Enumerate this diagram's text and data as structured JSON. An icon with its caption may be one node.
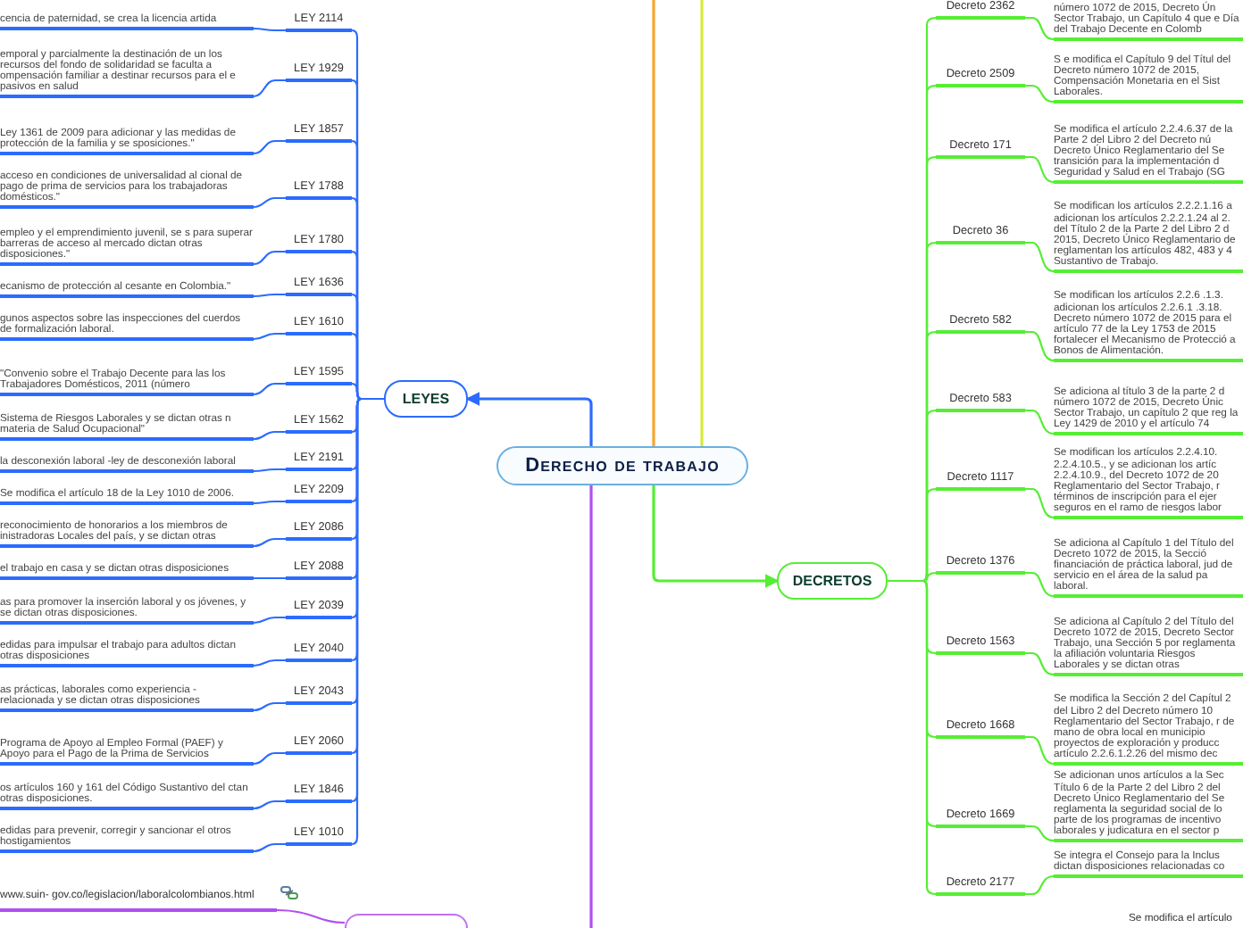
{
  "diagram": {
    "nodes": [
      {
        "text": [
          "Derecho de trabajo"
        ]
      },
      {
        "text": [
          "LEYES"
        ]
      },
      {
        "text": [
          "LEY 2114"
        ]
      },
      {
        "text": [
          "cencia de paternidad, se crea la licencia artida"
        ]
      },
      {
        "text": [
          "LEY 1929"
        ]
      },
      {
        "text": [
          "emporal y parcialmente la destinación de un los recursos del fondo de solidaridad se faculta a ompensación familiar a destinar recursos para el e pasivos en salud"
        ]
      },
      {
        "text": [
          "LEY 1857"
        ]
      },
      {
        "text": [
          "Ley 1361 de 2009 para adicionar y las medidas de protección de la familia y se sposiciones.\""
        ]
      },
      {
        "text": [
          "LEY 1788"
        ]
      },
      {
        "text": [
          "acceso en condiciones de universalidad al cional de pago de prima de servicios para los trabajadoras domésticos.\""
        ]
      },
      {
        "text": [
          "LEY 1780"
        ]
      },
      {
        "text": [
          "empleo y el emprendimiento juvenil, se s para superar barreras de acceso al mercado dictan otras disposiciones.\""
        ]
      },
      {
        "text": [
          "LEY 1636"
        ]
      },
      {
        "text": [
          "ecanismo de protección al cesante en Colombia.\""
        ]
      },
      {
        "text": [
          "LEY 1610"
        ]
      },
      {
        "text": [
          "gunos aspectos sobre las inspecciones del cuerdos de formalización laboral."
        ]
      },
      {
        "text": [
          "LEY 1595"
        ]
      },
      {
        "text": [
          "\"Convenio sobre el Trabajo Decente para las los Trabajadores Domésticos, 2011 (número"
        ]
      },
      {
        "text": [
          "LEY 1562"
        ]
      },
      {
        "text": [
          "Sistema de Riesgos Laborales y se dictan otras n materia de Salud Ocupacional\""
        ]
      },
      {
        "text": [
          "LEY 2191"
        ]
      },
      {
        "text": [
          "la desconexión laboral -ley de desconexión laboral"
        ]
      },
      {
        "text": [
          "LEY 2209"
        ]
      },
      {
        "text": [
          "Se modifica el artículo 18 de la Ley 1010 de 2006."
        ]
      },
      {
        "text": [
          "LEY 2086"
        ]
      },
      {
        "text": [
          "reconocimiento de honorarios a los miembros de inistradoras Locales del país, y se dictan otras"
        ]
      },
      {
        "text": [
          "LEY 2088"
        ]
      },
      {
        "text": [
          "el trabajo en casa y se dictan otras disposiciones"
        ]
      },
      {
        "text": [
          "LEY 2039"
        ]
      },
      {
        "text": [
          "as para promover la inserción laboral y os jóvenes, y se dictan otras disposiciones."
        ]
      },
      {
        "text": [
          "LEY 2040"
        ]
      },
      {
        "text": [
          "edidas para impulsar el trabajo para adultos dictan otras disposiciones"
        ]
      },
      {
        "text": [
          "LEY 2043"
        ]
      },
      {
        "text": [
          "as prácticas, laborales como experiencia - relacionada y se dictan otras disposiciones"
        ]
      },
      {
        "text": [
          "LEY 2060"
        ]
      },
      {
        "text": [
          "Programa de Apoyo al Empleo Formal (PAEF) y Apoyo para el Pago de la Prima de Servicios"
        ]
      },
      {
        "text": [
          "LEY 1846"
        ]
      },
      {
        "text": [
          "os artículos 160 y 161 del Código Sustantivo del ctan otras disposiciones."
        ]
      },
      {
        "text": [
          "LEY 1010"
        ]
      },
      {
        "text": [
          "edidas para prevenir, corregir y sancionar el otros hostigamientos"
        ]
      },
      {
        "text": [
          "www.suin- gov.co/legislacion/laboralcolombianos.html"
        ]
      },
      {
        "text": [],
        "shape": "box"
      },
      {
        "text": [
          "DECRETOS"
        ]
      },
      {
        "text": [
          "Decreto 2362"
        ]
      },
      {
        "text": [
          "número 1072 de 2015, Decreto Ún Sector Trabajo, un Capítulo 4 que e Día del Trabajo Decente en Colomb"
        ]
      },
      {
        "text": [
          "Decreto 2509"
        ]
      },
      {
        "text": [
          "S e modifica el Capítulo 9 del Títul del Decreto número 1072 de 2015, Compensación Monetaria en el Sist Laborales."
        ]
      },
      {
        "text": [
          "Decreto 171"
        ]
      },
      {
        "text": [
          "Se modifica el artículo 2.2.4.6.37 de la Parte 2 del Libro 2 del Decreto nú Decreto Único Reglamentario del Se transición para la implementación d Seguridad y Salud en el Trabajo (SG"
        ]
      },
      {
        "text": [
          "Decreto 36"
        ]
      },
      {
        "text": [
          "Se modifican los artículos 2.2.2.1.16 a adicionan los artículos 2.2.2.1.24 al 2. del Título 2 de la Parte 2 del Libro 2 d 2015, Decreto Único Reglamentario de reglamentan los artículos 482, 483 y 4 Sustantivo de Trabajo."
        ]
      },
      {
        "text": [
          "Decreto 582"
        ]
      },
      {
        "text": [
          "Se modifican los artículos 2.2.6 .1.3. adicionan los artículos 2.2.6.1 .3.18. Decreto número 1072 de 2015 para el artículo 77 de la Ley 1753 de 2015 fortalecer el Mecanismo de Protecció a Bonos de Alimentación."
        ]
      },
      {
        "text": [
          "Decreto 583"
        ]
      },
      {
        "text": [
          "Se adiciona al título 3 de la parte 2 d número 1072 de 2015, Decreto Únic Sector Trabajo, un capítulo 2 que reg la Ley 1429 de 2010 y el artículo 74"
        ]
      },
      {
        "text": [
          "Decreto 1117"
        ]
      },
      {
        "text": [
          "Se modifican los artículos 2.2.4.10. 2.2.4.10.5., y se adicionan los artíc 2.2.4.10.9., del Decreto 1072 de 20 Reglamentario del Sector Trabajo, r términos de inscripción para el ejer seguros en el ramo de riesgos labor"
        ]
      },
      {
        "text": [
          "Decreto 1376"
        ]
      },
      {
        "text": [
          "Se adiciona al Capítulo 1 del Título del Decreto 1072 de 2015, la Secció financiación de práctica laboral, jud de servicio en el área de la salud pa laboral."
        ]
      },
      {
        "text": [
          "Decreto 1563"
        ]
      },
      {
        "text": [
          "Se adiciona al Capítulo 2 del Título del Decreto 1072 de 2015, Decreto Sector Trabajo, una Sección 5 por reglamenta la afiliación voluntaria Riesgos Laborales y se dictan otras"
        ]
      },
      {
        "text": [
          "Decreto 1668"
        ]
      },
      {
        "text": [
          "Se modifica la Sección 2 del Capítul 2 del Libro 2 del Decreto número 10 Reglamentario del Sector Trabajo, r de mano de obra local en municipio proyectos de exploración y producc artículo 2.2.6.1.2.26 del mismo dec"
        ]
      },
      {
        "text": [
          "Decreto 1669"
        ]
      },
      {
        "text": [
          "Se adicionan unos artículos a la Sec Título 6 de la Parte 2 del Libro 2 del Decreto Único Reglamentario del Se reglamenta la seguridad social de lo parte de los programas de incentivo laborales y judicatura en el sector p"
        ]
      },
      {
        "text": [
          "Decreto 2177"
        ]
      },
      {
        "text": [
          "Se integra el Consejo para la Inclus dictan disposiciones relacionadas co"
        ]
      },
      {
        "text": [
          "Se modifica el artículo"
        ]
      }
    ],
    "edges": [
      {
        "from": 0,
        "to": 1,
        "arrow": "to"
      },
      {
        "from": 1,
        "to": 2,
        "arrow": "none"
      },
      {
        "from": 2,
        "to": 3,
        "arrow": "none"
      },
      {
        "from": 1,
        "to": 4,
        "arrow": "none"
      },
      {
        "from": 4,
        "to": 5,
        "arrow": "none"
      },
      {
        "from": 1,
        "to": 6,
        "arrow": "none"
      },
      {
        "from": 6,
        "to": 7,
        "arrow": "none"
      },
      {
        "from": 1,
        "to": 8,
        "arrow": "none"
      },
      {
        "from": 8,
        "to": 9,
        "arrow": "none"
      },
      {
        "from": 1,
        "to": 10,
        "arrow": "none"
      },
      {
        "from": 10,
        "to": 11,
        "arrow": "none"
      },
      {
        "from": 1,
        "to": 12,
        "arrow": "none"
      },
      {
        "from": 12,
        "to": 13,
        "arrow": "none"
      },
      {
        "from": 1,
        "to": 14,
        "arrow": "none"
      },
      {
        "from": 14,
        "to": 15,
        "arrow": "none"
      },
      {
        "from": 1,
        "to": 16,
        "arrow": "none"
      },
      {
        "from": 16,
        "to": 17,
        "arrow": "none"
      },
      {
        "from": 1,
        "to": 18,
        "arrow": "none"
      },
      {
        "from": 18,
        "to": 19,
        "arrow": "none"
      },
      {
        "from": 1,
        "to": 20,
        "arrow": "none"
      },
      {
        "from": 20,
        "to": 21,
        "arrow": "none"
      },
      {
        "from": 1,
        "to": 22,
        "arrow": "none"
      },
      {
        "from": 22,
        "to": 23,
        "arrow": "none"
      },
      {
        "from": 1,
        "to": 24,
        "arrow": "none"
      },
      {
        "from": 24,
        "to": 25,
        "arrow": "none"
      },
      {
        "from": 1,
        "to": 26,
        "arrow": "none"
      },
      {
        "from": 26,
        "to": 27,
        "arrow": "none"
      },
      {
        "from": 1,
        "to": 28,
        "arrow": "none"
      },
      {
        "from": 28,
        "to": 29,
        "arrow": "none"
      },
      {
        "from": 1,
        "to": 30,
        "arrow": "none"
      },
      {
        "from": 30,
        "to": 31,
        "arrow": "none"
      },
      {
        "from": 1,
        "to": 32,
        "arrow": "none"
      },
      {
        "from": 32,
        "to": 33,
        "arrow": "none"
      },
      {
        "from": 1,
        "to": 34,
        "arrow": "none"
      },
      {
        "from": 34,
        "to": 35,
        "arrow": "none"
      },
      {
        "from": 1,
        "to": 36,
        "arrow": "none"
      },
      {
        "from": 36,
        "to": 37,
        "arrow": "none"
      },
      {
        "from": 1,
        "to": 38,
        "arrow": "none"
      },
      {
        "from": 38,
        "to": 39,
        "arrow": "none"
      },
      {
        "from": 0,
        "to": null,
        "arrow": "none",
        "color": "#b050f0"
      },
      {
        "from": 40,
        "to": 41,
        "arrow": "none",
        "color": "#b050f0"
      },
      {
        "from": 0,
        "to": 42,
        "arrow": "to",
        "color": "#55ee33"
      },
      {
        "from": 42,
        "to": 43,
        "arrow": "none",
        "color": "#55ee33"
      },
      {
        "from": 43,
        "to": 44,
        "arrow": "none",
        "color": "#55ee33"
      },
      {
        "from": 42,
        "to": 45,
        "arrow": "none",
        "color": "#55ee33"
      },
      {
        "from": 45,
        "to": 46,
        "arrow": "none",
        "color": "#55ee33"
      },
      {
        "from": 42,
        "to": 47,
        "arrow": "none",
        "color": "#55ee33"
      },
      {
        "from": 47,
        "to": 48,
        "arrow": "none",
        "color": "#55ee33"
      },
      {
        "from": 42,
        "to": 49,
        "arrow": "none",
        "color": "#55ee33"
      },
      {
        "from": 49,
        "to": 50,
        "arrow": "none",
        "color": "#55ee33"
      },
      {
        "from": 42,
        "to": 51,
        "arrow": "none",
        "color": "#55ee33"
      },
      {
        "from": 51,
        "to": 52,
        "arrow": "none",
        "color": "#55ee33"
      },
      {
        "from": 42,
        "to": 53,
        "arrow": "none",
        "color": "#55ee33"
      },
      {
        "from": 53,
        "to": 54,
        "arrow": "none",
        "color": "#55ee33"
      },
      {
        "from": 42,
        "to": 55,
        "arrow": "none",
        "color": "#55ee33"
      },
      {
        "from": 55,
        "to": 56,
        "arrow": "none",
        "color": "#55ee33"
      },
      {
        "from": 42,
        "to": 57,
        "arrow": "none",
        "color": "#55ee33"
      },
      {
        "from": 57,
        "to": 58,
        "arrow": "none",
        "color": "#55ee33"
      },
      {
        "from": 42,
        "to": 59,
        "arrow": "none",
        "color": "#55ee33"
      },
      {
        "from": 59,
        "to": 60,
        "arrow": "none",
        "color": "#55ee33"
      },
      {
        "from": 42,
        "to": 61,
        "arrow": "none",
        "color": "#55ee33"
      },
      {
        "from": 61,
        "to": 62,
        "arrow": "none",
        "color": "#55ee33"
      },
      {
        "from": 42,
        "to": 63,
        "arrow": "none",
        "color": "#55ee33"
      },
      {
        "from": 63,
        "to": 64,
        "arrow": "none",
        "color": "#55ee33"
      },
      {
        "from": 42,
        "to": 65,
        "arrow": "none",
        "color": "#55ee33"
      },
      {
        "from": 65,
        "to": 66,
        "arrow": "none",
        "color": "#55ee33"
      },
      {
        "from": 0,
        "to": null,
        "arrow": "none",
        "color": "#f6a531"
      },
      {
        "from": 0,
        "to": null,
        "arrow": "none",
        "color": "#d6ea3c"
      }
    ]
  }
}
